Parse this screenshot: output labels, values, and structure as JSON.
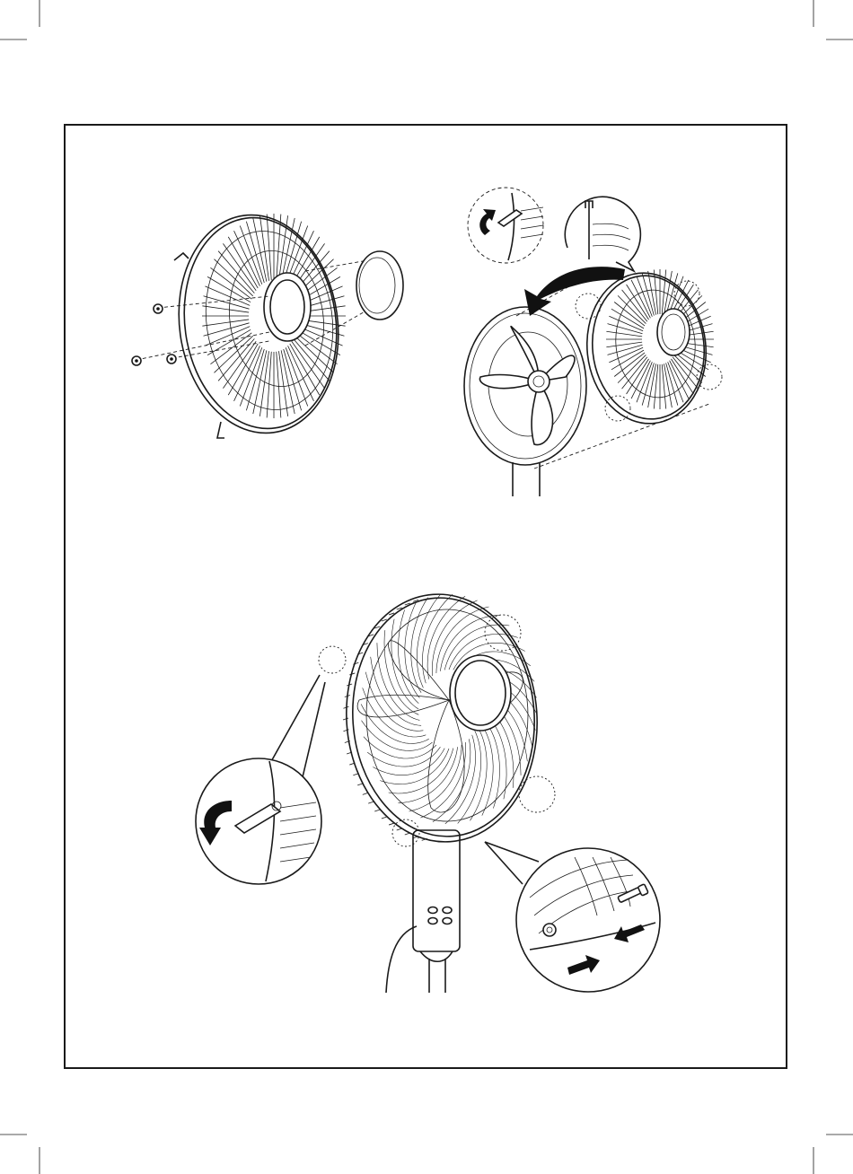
{
  "document": {
    "type": "assembly-illustration",
    "steps": [
      {
        "id": "step-1",
        "depicts": "rear-grille-with-screws-and-cover"
      },
      {
        "id": "step-2",
        "depicts": "attach-front-grille-to-rear-grille"
      },
      {
        "id": "step-3",
        "depicts": "close-clips-and-fasten-screw"
      }
    ]
  },
  "icons": {
    "rotate_clip": "curved-arrow-icon",
    "push": "push-arrow-icon",
    "hook": "hook-icon",
    "screw": "screw-icon"
  },
  "colors": {
    "line": "#1a1a1a",
    "background": "#ffffff"
  }
}
